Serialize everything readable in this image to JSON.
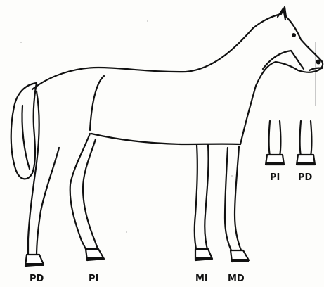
{
  "figure": {
    "labels": {
      "left_hind": "PD",
      "right_hind": "PI",
      "left_fore": "MI",
      "right_fore": "MD",
      "detail_left": "PI",
      "detail_right": "PD"
    },
    "line_color": "#111111",
    "background_color": "#fdfdfb"
  }
}
